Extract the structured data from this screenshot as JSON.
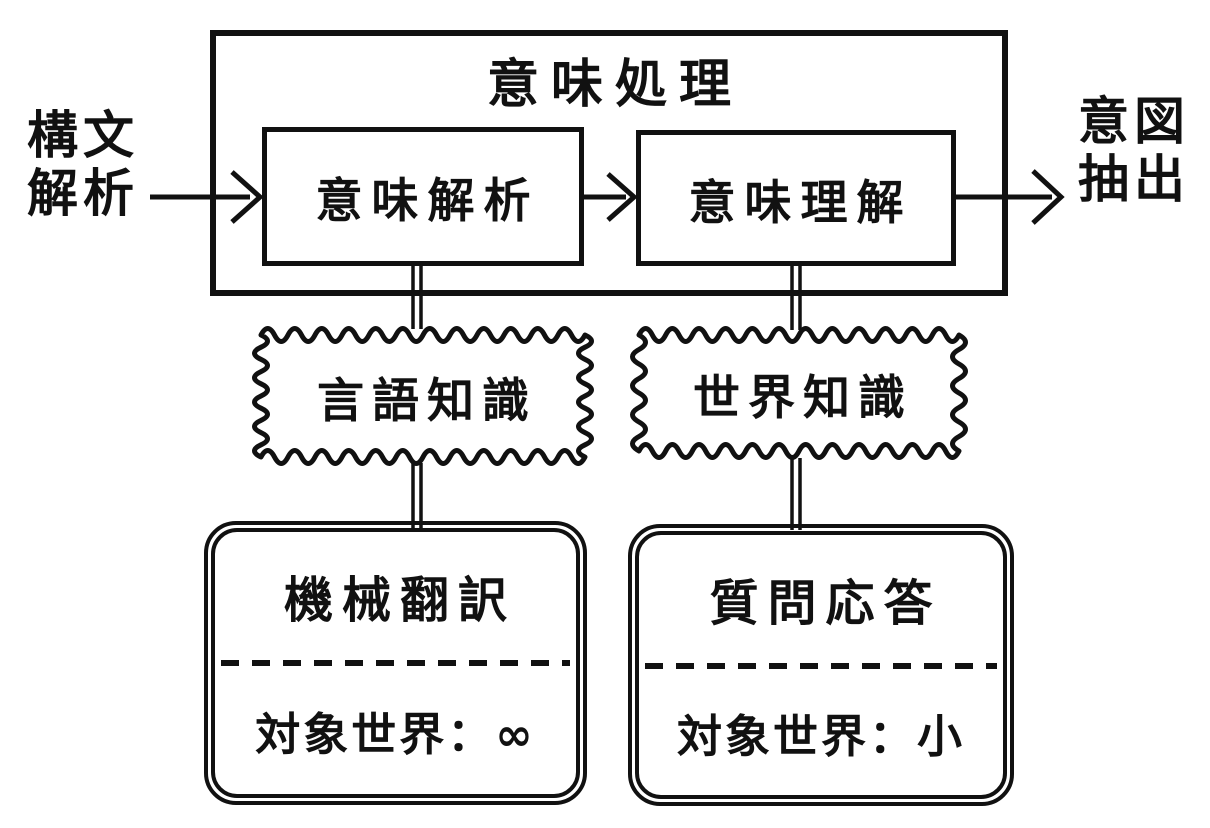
{
  "figure": {
    "colors": {
      "ink": "#111111",
      "background": "#ffffff"
    },
    "outer_box": {
      "label": "意味処理"
    },
    "inner_boxes": [
      {
        "label": "意味解析"
      },
      {
        "label": "意味理解"
      }
    ],
    "input_label": "構文\n解析",
    "output_label": "意図\n抽出",
    "knowledge_boxes": [
      {
        "label": "言語知識"
      },
      {
        "label": "世界知識"
      }
    ],
    "application_boxes": [
      {
        "title": "機械翻訳",
        "subtitle": "対象世界：∞"
      },
      {
        "title": "質問応答",
        "subtitle": "対象世界：小"
      }
    ]
  }
}
